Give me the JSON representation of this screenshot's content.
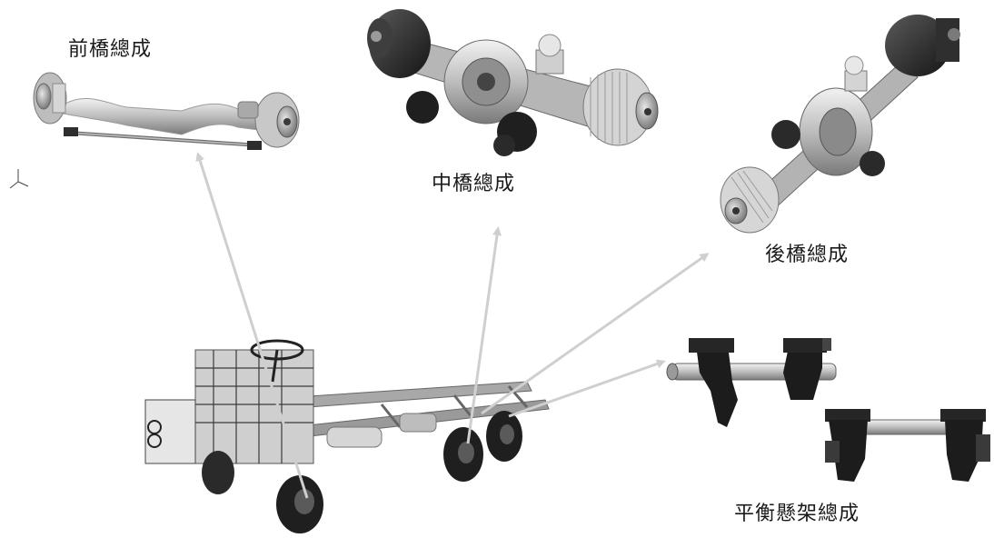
{
  "labels": {
    "front_axle": "前橋總成",
    "middle_axle": "中橋總成",
    "rear_axle": "後橋總成",
    "balance_suspension": "平衡懸架總成"
  },
  "colors": {
    "arrow": "#c8c8c8",
    "metal_light": "#d9d9d9",
    "metal_mid": "#8e8e8e",
    "metal_dark": "#2b2b2b",
    "rubber": "#1e1e1e"
  },
  "icons": {
    "corner": "axis-gizmo-icon"
  }
}
